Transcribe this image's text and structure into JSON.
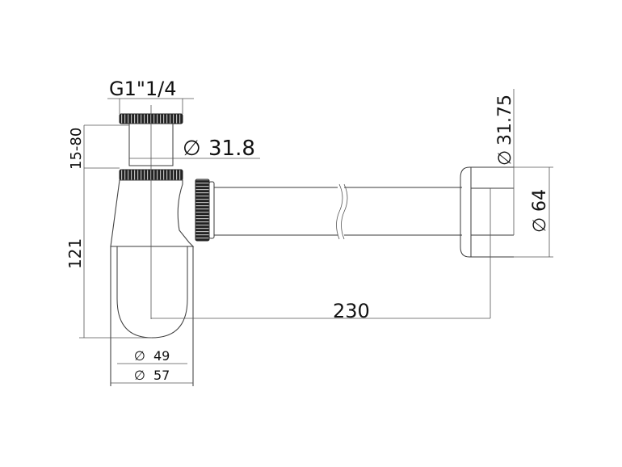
{
  "title": "Bottle trap technical drawing",
  "dimensions": {
    "thread": "G1\"1/4",
    "inlet_diameter_symbol": "∅",
    "inlet_diameter": "31.8",
    "height_adjust": "15-80",
    "body_height": "121",
    "cup_inner_symbol": "∅",
    "cup_inner_diameter": "49",
    "cup_outer_symbol": "∅",
    "cup_outer_diameter": "57",
    "outlet_length": "230",
    "outlet_pipe_symbol": "∅",
    "outlet_pipe_diameter": "31.75",
    "flange_symbol": "∅",
    "flange_diameter": "64"
  },
  "colors": {
    "line": "#3a3a3a",
    "text": "#111111",
    "background": "#ffffff"
  }
}
